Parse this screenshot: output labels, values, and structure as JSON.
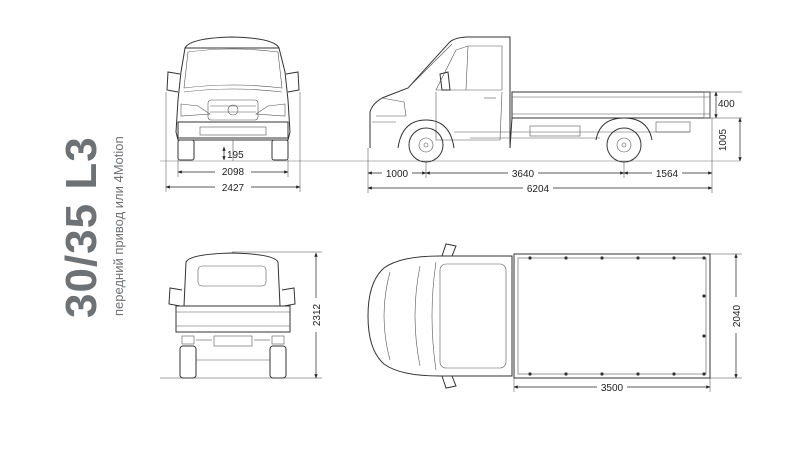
{
  "title": {
    "model": "30/35 L3",
    "drive": "передний привод или 4Motion"
  },
  "dimensions": {
    "ground_clearance": "195",
    "front_track": "2098",
    "front_width": "2427",
    "front_overhang": "1000",
    "wheelbase": "3640",
    "rear_overhang": "1564",
    "overall_length": "6204",
    "side_height": "400",
    "platform_height": "1005",
    "overall_height": "2312",
    "platform_width": "2040",
    "platform_length": "3500"
  },
  "colors": {
    "line": "#333333",
    "title": "#6f7275"
  }
}
